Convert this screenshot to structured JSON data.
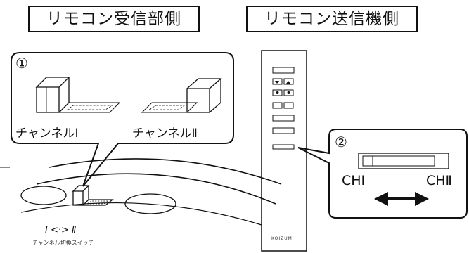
{
  "titles": {
    "receiver": "リモコン受信部側",
    "transmitter": "リモコン送信機側"
  },
  "callout_left": {
    "number": "①",
    "label_ch1": "チャンネルⅠ",
    "label_ch2": "チャンネルⅡ"
  },
  "callout_right": {
    "number": "②",
    "label_ch1": "CHⅠ",
    "label_ch2": "CHⅡ"
  },
  "receiver_switch": {
    "caption_roman": "Ⅰ <·> Ⅱ",
    "caption_text": "チャンネル切換スイッチ"
  },
  "remote": {
    "brand": "KOIZUMI"
  },
  "colors": {
    "line": "#111111",
    "background": "#ffffff"
  }
}
